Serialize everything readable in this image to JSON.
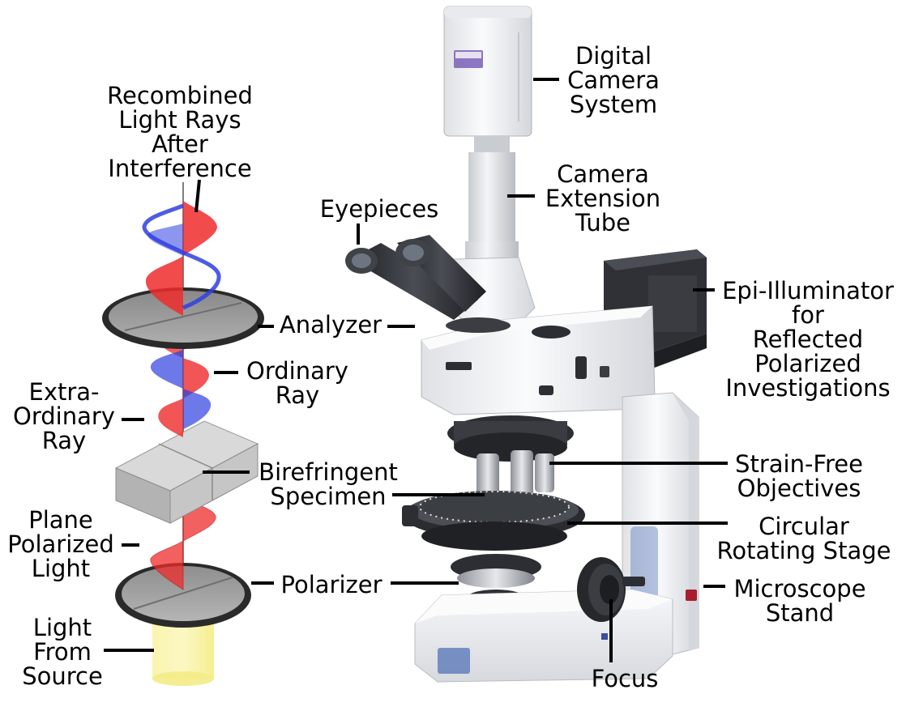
{
  "labels": {
    "recombined": [
      "Recombined",
      "Light Rays",
      "After",
      "Interference"
    ],
    "digital_camera": [
      "Digital",
      "Camera",
      "System"
    ],
    "camera_tube": [
      "Camera",
      "Extension",
      "Tube"
    ],
    "eyepieces": [
      "Eyepieces"
    ],
    "analyzer": [
      "Analyzer"
    ],
    "ordinary_ray": [
      "Ordinary",
      "Ray"
    ],
    "extra_ordinary_ray": [
      "Extra-",
      "Ordinary",
      "Ray"
    ],
    "birefringent_specimen": [
      "Birefringent",
      "Specimen"
    ],
    "plane_polarized": [
      "Plane",
      "Polarized",
      "Light"
    ],
    "polarizer": [
      "Polarizer"
    ],
    "light_source": [
      "Light",
      "From",
      "Source"
    ],
    "epi_illuminator": [
      "Epi-Illuminator",
      "for",
      "Reflected",
      "Polarized",
      "Investigations"
    ],
    "strain_free": [
      "Strain-Free",
      "Objectives"
    ],
    "rotating_stage": [
      "Circular",
      "Rotating Stage"
    ],
    "microscope_stand": [
      "Microscope",
      "Stand"
    ],
    "focus": [
      "Focus"
    ]
  },
  "colors": {
    "ordinary_wave": "#ee2b2b",
    "extraordinary_wave": "#2f3fe0",
    "filter_rim": "#2a2a2a",
    "specimen_block": "#b8b8b8",
    "light_beam": "#f7f07a",
    "microscope_body": "#f2f3f5",
    "dark_parts": "#2c2e33"
  }
}
